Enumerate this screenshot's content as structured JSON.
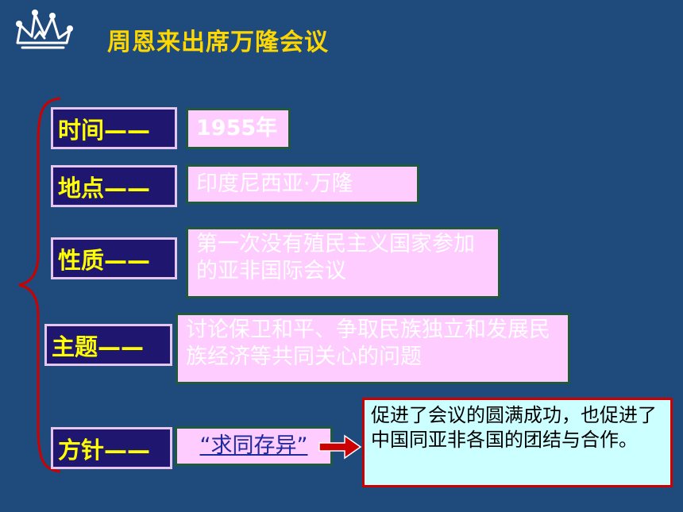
{
  "slide": {
    "title": "周恩来出席万隆会议"
  },
  "rows": [
    {
      "label": "时间——",
      "value": "1955年"
    },
    {
      "label": "地点——",
      "value": "印度尼西亚·万隆"
    },
    {
      "label": "性质——",
      "value": "第一次没有殖民主义国家参加的亚非国际会议"
    },
    {
      "label": "主题——",
      "value": "讨论保卫和平、争取民族独立和发展民族经济等共同关心的问题"
    },
    {
      "label": "方针——",
      "value": "“求同存异”"
    }
  ],
  "result": {
    "text": "促进了会议的圆满成功，也促进了中国同亚非各国的团结与合作。"
  },
  "icons": {
    "logo": "crown-logo-icon",
    "brace": "left-brace-icon",
    "arrow": "right-arrow-icon"
  },
  "colors": {
    "background": "#1f4a7c",
    "title": "#ffd700",
    "label_bg": "#1f1670",
    "label_text": "#ffff00",
    "value_bg": "#ffccff",
    "result_bg": "#ccffff",
    "accent_red": "#cc0000"
  }
}
